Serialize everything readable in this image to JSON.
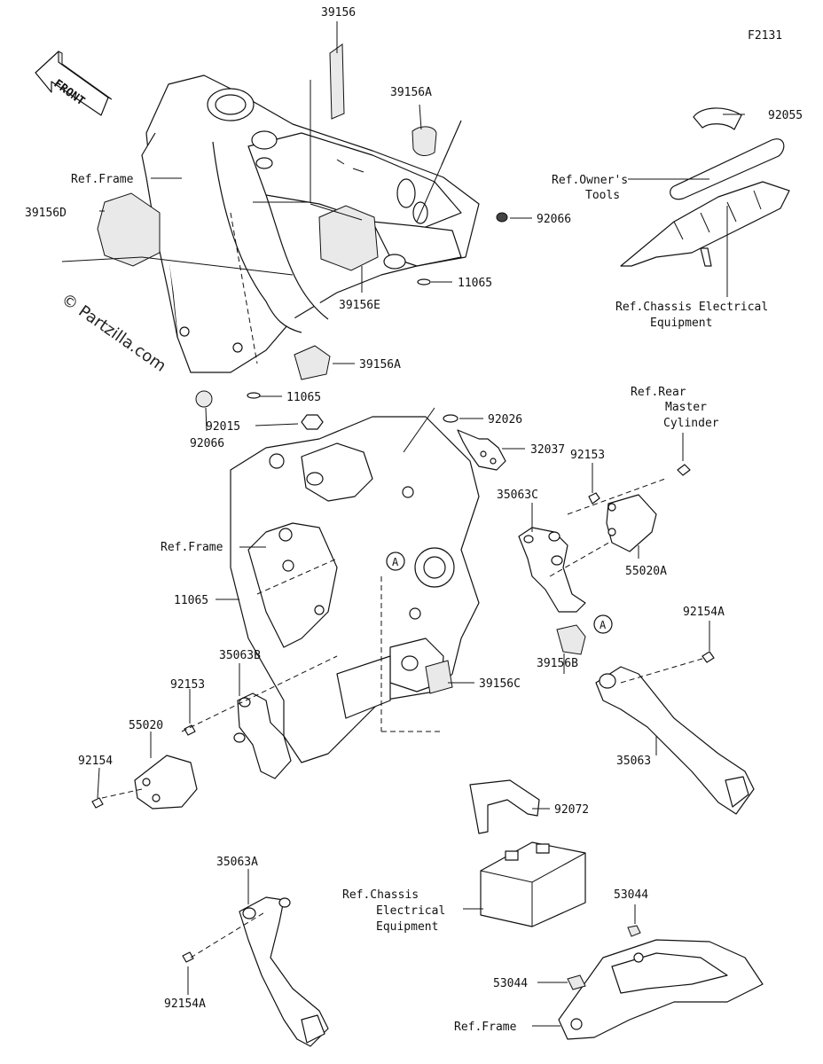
{
  "figure_code": "F2131",
  "watermark": "© Partzilla.com",
  "direction_label": "FRONT",
  "callout_letter": "A",
  "labels": {
    "p39156": "39156",
    "p39156A_top": "39156A",
    "p92055": "92055",
    "ref_owner_1": "Ref.Owner's",
    "ref_owner_2": "Tools",
    "ref_frame_top": "Ref.Frame",
    "p39156D": "39156D",
    "p92066_right": "92066",
    "p11065_top": "11065",
    "p39156E": "39156E",
    "ref_chassis_top_1": "Ref.Chassis Electrical",
    "ref_chassis_top_2": "Equipment",
    "p39156A_mid": "39156A",
    "p11065_mid": "11065",
    "p92066_left": "92066",
    "p92015": "92015",
    "p92026": "92026",
    "ref_rear_1": "Ref.Rear",
    "ref_rear_2": "Master",
    "ref_rear_3": "Cylinder",
    "p32037": "32037",
    "p92153_right": "92153",
    "p35063C": "35063C",
    "ref_frame_mid": "Ref.Frame",
    "p55020A": "55020A",
    "p11065_low": "11065",
    "p92154A_right": "92154A",
    "p35063B": "35063B",
    "p39156B": "39156B",
    "p92153_left": "92153",
    "p39156C": "39156C",
    "p55020": "55020",
    "p35063": "35063",
    "p92154": "92154",
    "p92072": "92072",
    "p35063A": "35063A",
    "p53044_top": "53044",
    "ref_chassis_low_1": "Ref.Chassis",
    "ref_chassis_low_2": "Electrical",
    "ref_chassis_low_3": "Equipment",
    "p92154A_left": "92154A",
    "p53044_low": "53044",
    "ref_frame_low": "Ref.Frame"
  }
}
